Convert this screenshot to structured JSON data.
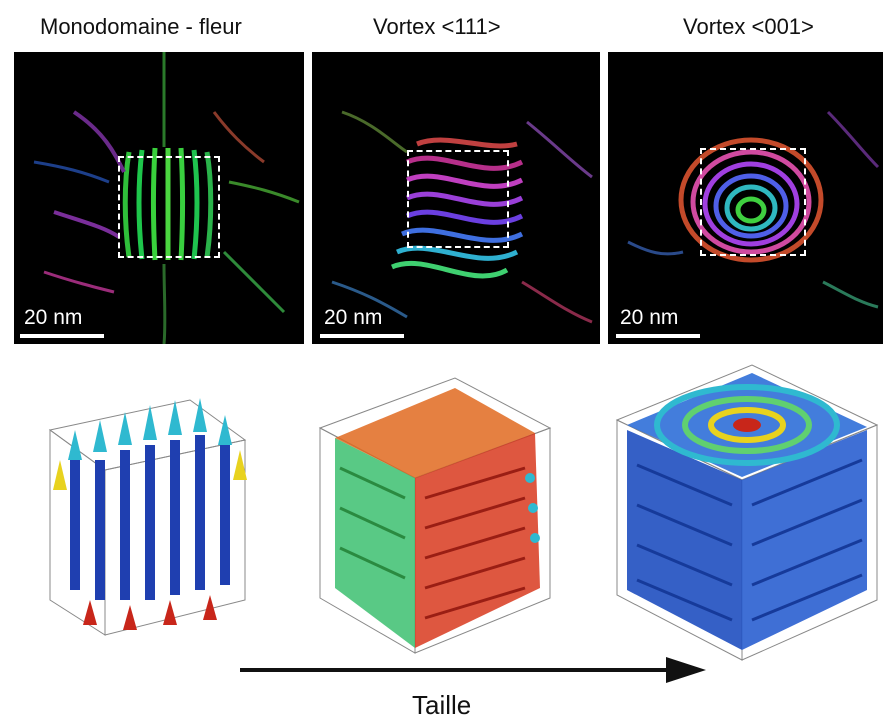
{
  "titles": {
    "monodomain": "Monodomaine - fleur",
    "vortex111": "Vortex <111>",
    "vortex001": "Vortex <001>"
  },
  "scale_bar": "20 nm",
  "axis_label": "Taille",
  "colors": {
    "panel_background": "#000000",
    "dash_box": "#ffffff",
    "arrow": "#111111",
    "cone_blue": "#1f3fb0",
    "cone_cyan": "#2fb9d0",
    "cone_yellow": "#e8d21e",
    "cone_red": "#c8261a"
  }
}
